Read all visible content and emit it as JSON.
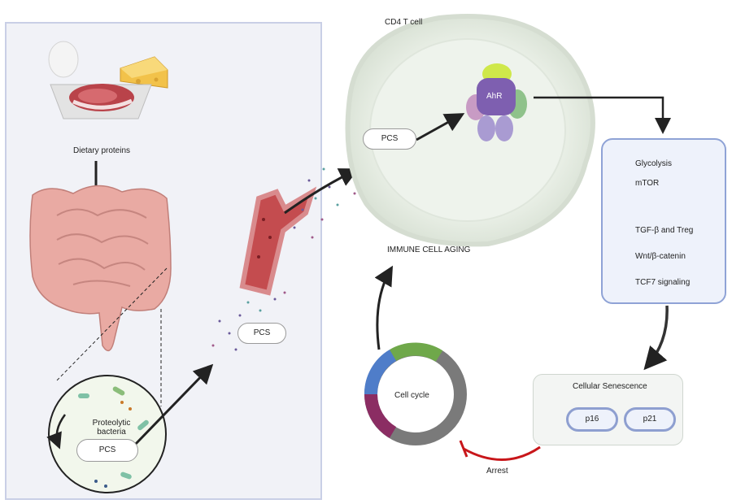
{
  "labels": {
    "dietary_proteins": "Dietary proteins",
    "proteolytic_bacteria": "Proteolytic bacteria",
    "pcs": "PCS",
    "cd4_t_cell": "CD4 T cell",
    "ahr": "AhR",
    "immune_cell_aging": "IMMUNE CELL AGING",
    "cell_cycle": "Cell cycle",
    "arrest": "Arrest",
    "cellular_senescence": "Cellular Senescence",
    "p16": "p16",
    "p21": "p21"
  },
  "effects": {
    "down": [
      "Glycolysis",
      "mTOR"
    ],
    "up": [
      "TGF-β and Treg",
      "Wnt/β-catenin",
      "TCF7 signaling"
    ]
  },
  "colors": {
    "down_arrow": "#d0191b",
    "up_arrow": "#2f5a1e",
    "panel_border": "#8fa3d6",
    "arrest_line": "#c8161a",
    "cycle_segments": [
      "#6fa84a",
      "#7a7a7a",
      "#8b2d63",
      "#4f7dc9"
    ]
  },
  "icons": [
    "egg-icon",
    "cheese-icon",
    "meat-tray-icon",
    "intestine-icon",
    "blood-vessel-icon",
    "t-cell-icon",
    "ahr-receptor-icon",
    "bacteria-icon"
  ]
}
